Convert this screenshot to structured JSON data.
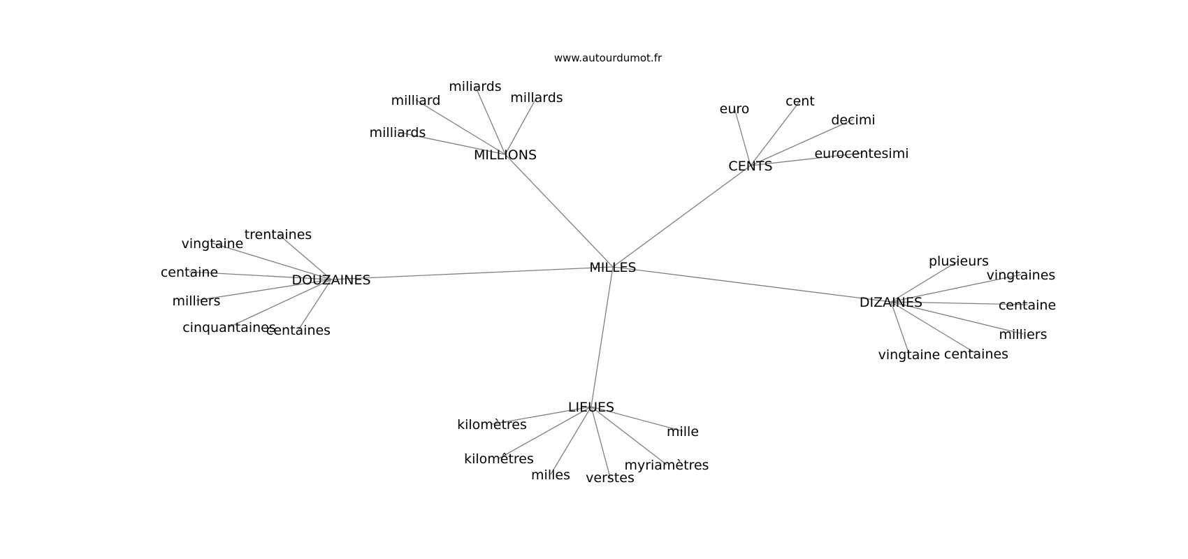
{
  "source": "www.autourdumot.fr",
  "root": "MILLES",
  "groups": [
    {
      "label": "MILLIONS",
      "children": [
        "milliards",
        "milliard",
        "miliards",
        "millards"
      ]
    },
    {
      "label": "CENTS",
      "children": [
        "euro",
        "cent",
        "decimi",
        "eurocentesimi"
      ]
    },
    {
      "label": "DOUZAINES",
      "children": [
        "trentaines",
        "vingtaine",
        "centaine",
        "milliers",
        "cinquantaines",
        "centaines"
      ]
    },
    {
      "label": "DIZAINES",
      "children": [
        "plusieurs",
        "vingtaines",
        "centaine",
        "milliers",
        "centaines",
        "vingtaine"
      ]
    },
    {
      "label": "LIEUES",
      "children": [
        "kilomètres",
        "mille",
        "myriamètres",
        "verstes",
        "milles",
        "kilomêtres"
      ]
    }
  ]
}
